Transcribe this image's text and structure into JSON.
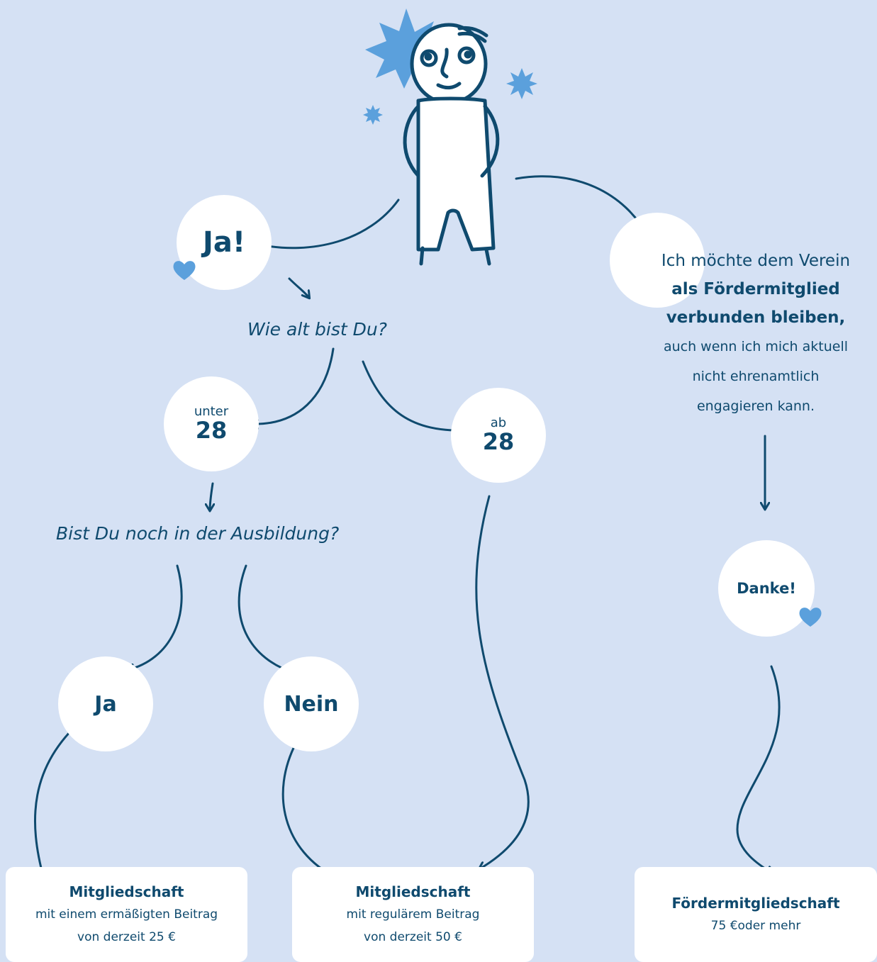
{
  "colors": {
    "background": "#d5e1f4",
    "ink": "#0f4a6e",
    "accent": "#5ba0dc",
    "white": "#ffffff"
  },
  "start": {
    "yes_label": "Ja!"
  },
  "age_question": "Wie alt bist Du?",
  "age_under": {
    "small": "unter",
    "big": "28"
  },
  "age_over": {
    "small": "ab",
    "big": "28"
  },
  "training_question": "Bist Du noch in der Ausbildung?",
  "training_yes": "Ja",
  "training_no": "Nein",
  "supporter": {
    "line1": "Ich möchte dem Verein",
    "line2": "als Fördermitglied",
    "line3": "verbunden bleiben,",
    "line4": "auch wenn ich mich aktuell",
    "line5": "nicht ehrenamtlich",
    "line6": "engagieren kann."
  },
  "thanks": "Danke!",
  "cards": [
    {
      "title": "Mitgliedschaft",
      "line1": "mit einem ermäßigten Beitrag",
      "line2": "von derzeit 25 €"
    },
    {
      "title": "Mitgliedschaft",
      "line1": "mit regulärem Beitrag",
      "line2": "von derzeit 50 €"
    },
    {
      "title": "Fördermitgliedschaft",
      "line1": "75 €oder mehr"
    }
  ],
  "icons": [
    "person-illustration",
    "starburst-icon",
    "heart-icon",
    "arrow-icon"
  ]
}
